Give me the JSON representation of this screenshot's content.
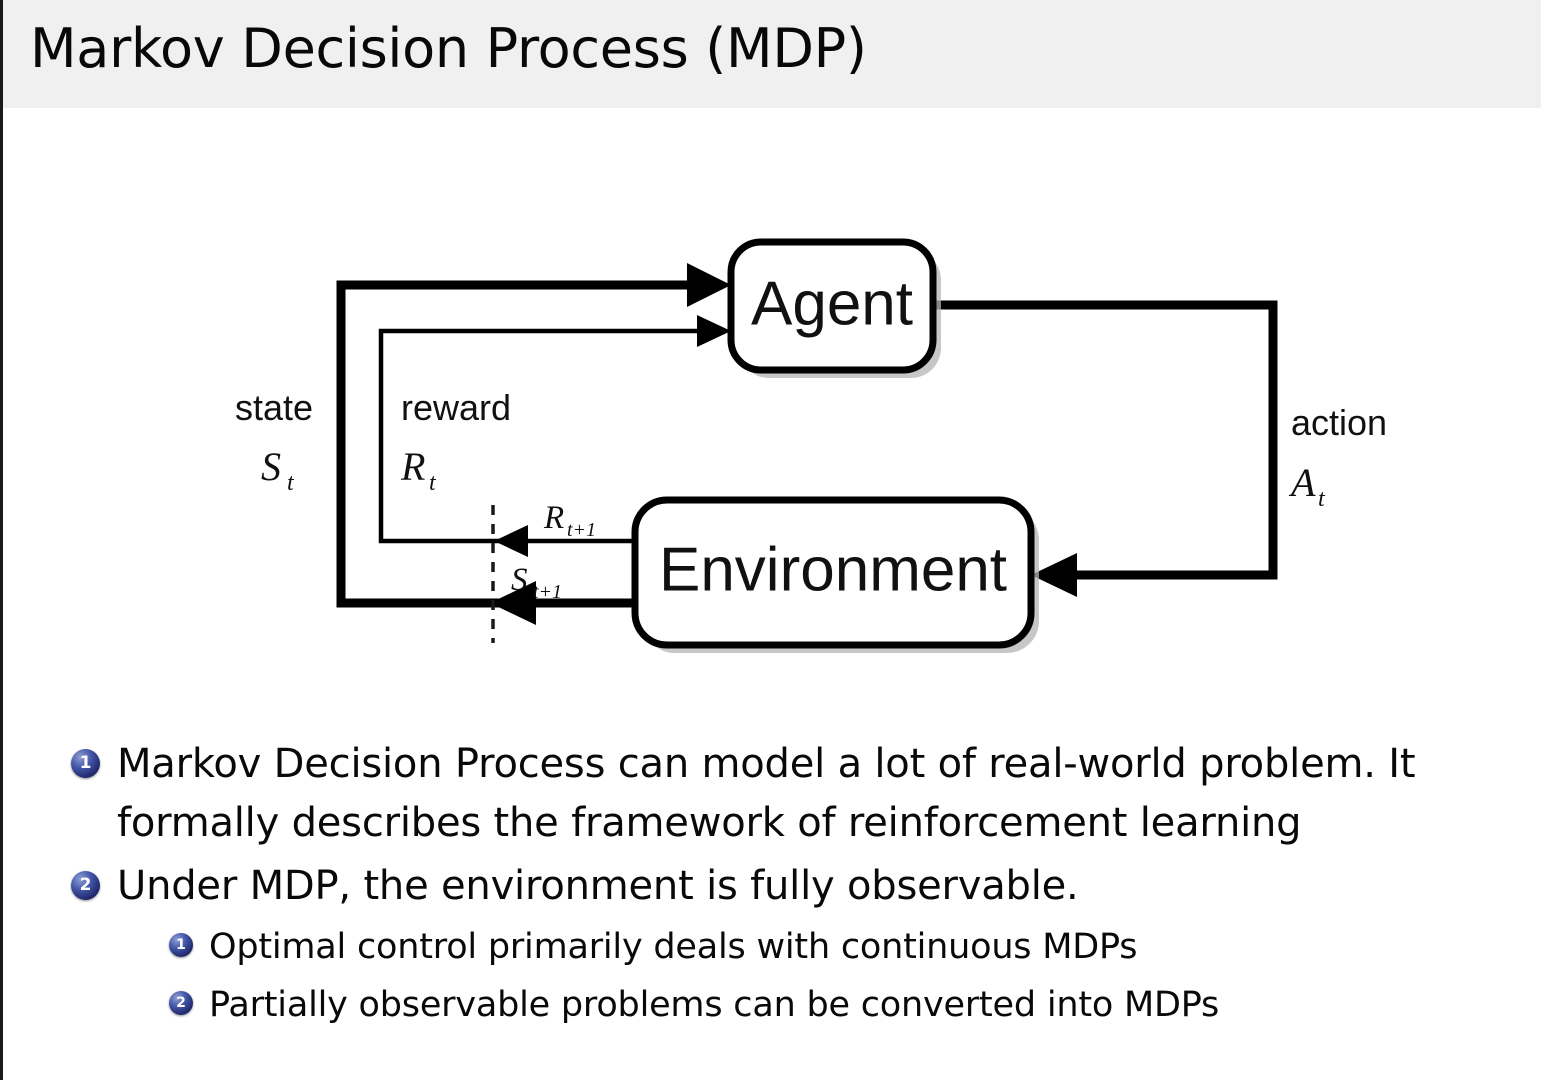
{
  "slide": {
    "title": "Markov Decision Process (MDP)",
    "header_background": "#f0f0f0",
    "background": "#ffffff",
    "accent_bullet_color": "#2a3380"
  },
  "diagram": {
    "name": "agent-environment-interaction-loop",
    "nodes": {
      "agent": "Agent",
      "environment": "Environment"
    },
    "labels": {
      "state_word": "state",
      "state_sym": "S",
      "state_sub": "t",
      "reward_word": "reward",
      "reward_sym": "R",
      "reward_sub": "t",
      "action_word": "action",
      "action_sym": "A",
      "action_sub": "t",
      "reward_next_sym": "R",
      "reward_next_sub": "t+1",
      "state_next_sym": "S",
      "state_next_sub": "t+1"
    }
  },
  "bullets": [
    {
      "number": "1",
      "level": 1,
      "line1": "Markov Decision Process can model a lot of real-world problem. It",
      "line2": "formally describes the framework of reinforcement learning"
    },
    {
      "number": "2",
      "level": 1,
      "line1": "Under MDP, the environment is fully observable.",
      "line2": ""
    },
    {
      "number": "1",
      "level": 2,
      "line1": "Optimal control primarily deals with continuous MDPs",
      "line2": ""
    },
    {
      "number": "2",
      "level": 2,
      "line1": "Partially observable problems can be converted into MDPs",
      "line2": ""
    }
  ]
}
